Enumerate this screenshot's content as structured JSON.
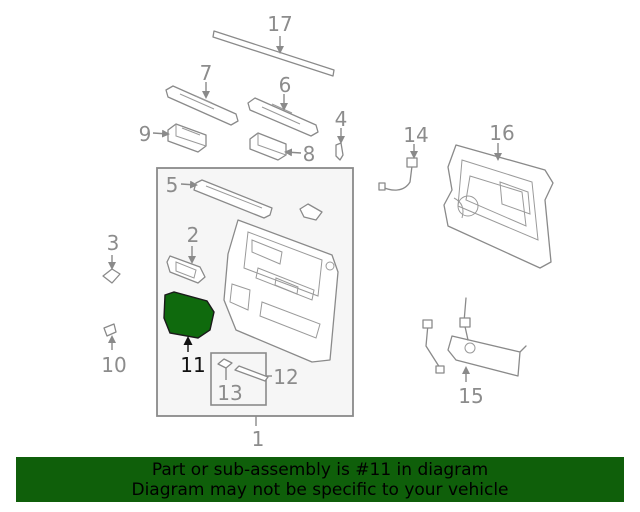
{
  "diagram": {
    "labels": {
      "p1": "1",
      "p2": "2",
      "p3": "3",
      "p4": "4",
      "p5": "5",
      "p6": "6",
      "p7": "7",
      "p8": "8",
      "p9": "9",
      "p10": "10",
      "p11": "11",
      "p12": "12",
      "p13": "13",
      "p14": "14",
      "p15": "15",
      "p16": "16",
      "p17": "17"
    },
    "highlight_part": "11",
    "colors": {
      "highlight_fill": "#0f6a0d",
      "lines": "#8a8a8a",
      "banner": "#0f5f0a"
    }
  },
  "banner": {
    "line1": "Part or sub-assembly is #11 in diagram",
    "line2": "Diagram may not be specific to your vehicle"
  }
}
